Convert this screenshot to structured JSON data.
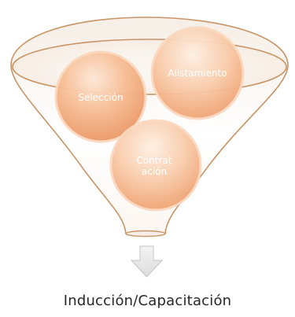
{
  "stages": [
    {
      "label": "Selección"
    },
    {
      "label": "Alistamiento"
    },
    {
      "label": "Contratación"
    }
  ],
  "result": {
    "label": "Inducción/Capacitación"
  },
  "colors": {
    "funnel_outline": "#c89466",
    "circle_light": "#fce3cf",
    "circle_mid": "#f4b48a",
    "circle_dark": "#e98f5d",
    "arrow_fill": "#e8e8e8",
    "arrow_stroke": "#c4c4c4"
  }
}
